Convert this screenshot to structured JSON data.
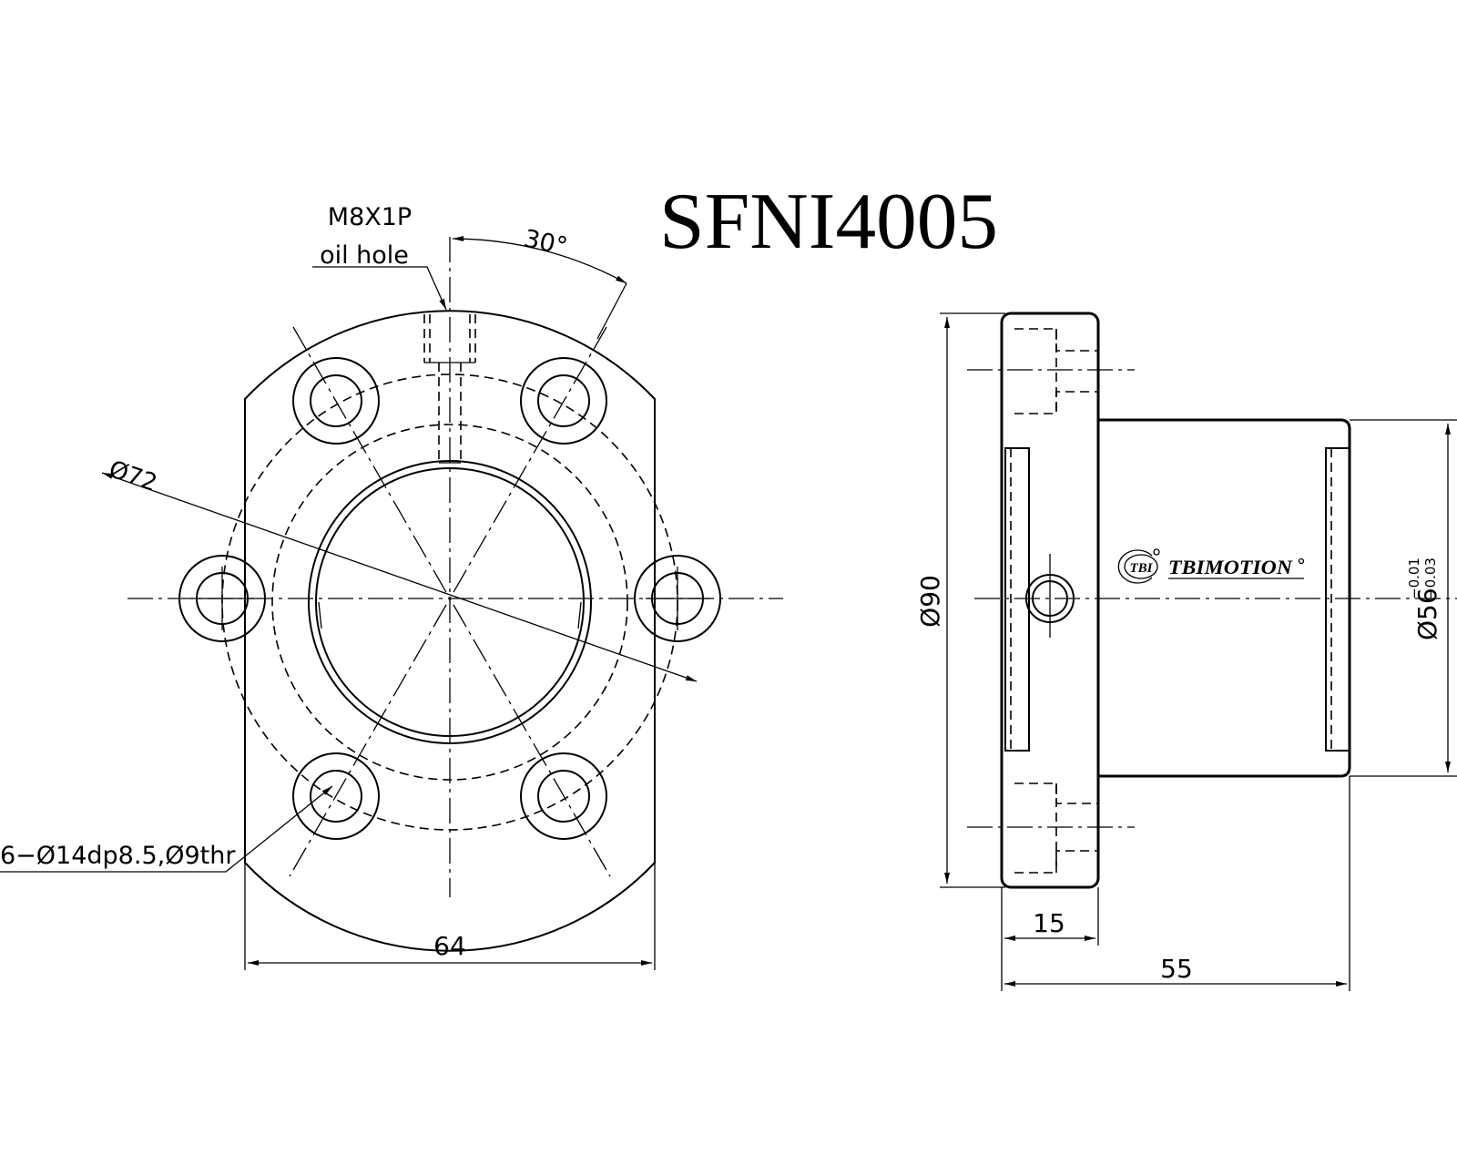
{
  "title": "SFNI4005",
  "oil_hole": {
    "thread": "M8X1P",
    "label": "oil hole"
  },
  "angle": "30°",
  "dims": {
    "flange_dia": "Ø90",
    "bolt_circle_dia": "Ø72",
    "holes": "6−Ø14dp8.5,Ø9thr",
    "flat_width": "64",
    "flange_thick": "15",
    "total_length": "55",
    "body_dia": "Ø56",
    "body_tol_upper": "−0.01",
    "body_tol_lower": "−0.03"
  },
  "logo": {
    "mark": "TBI",
    "name": "TBIMOTION"
  }
}
